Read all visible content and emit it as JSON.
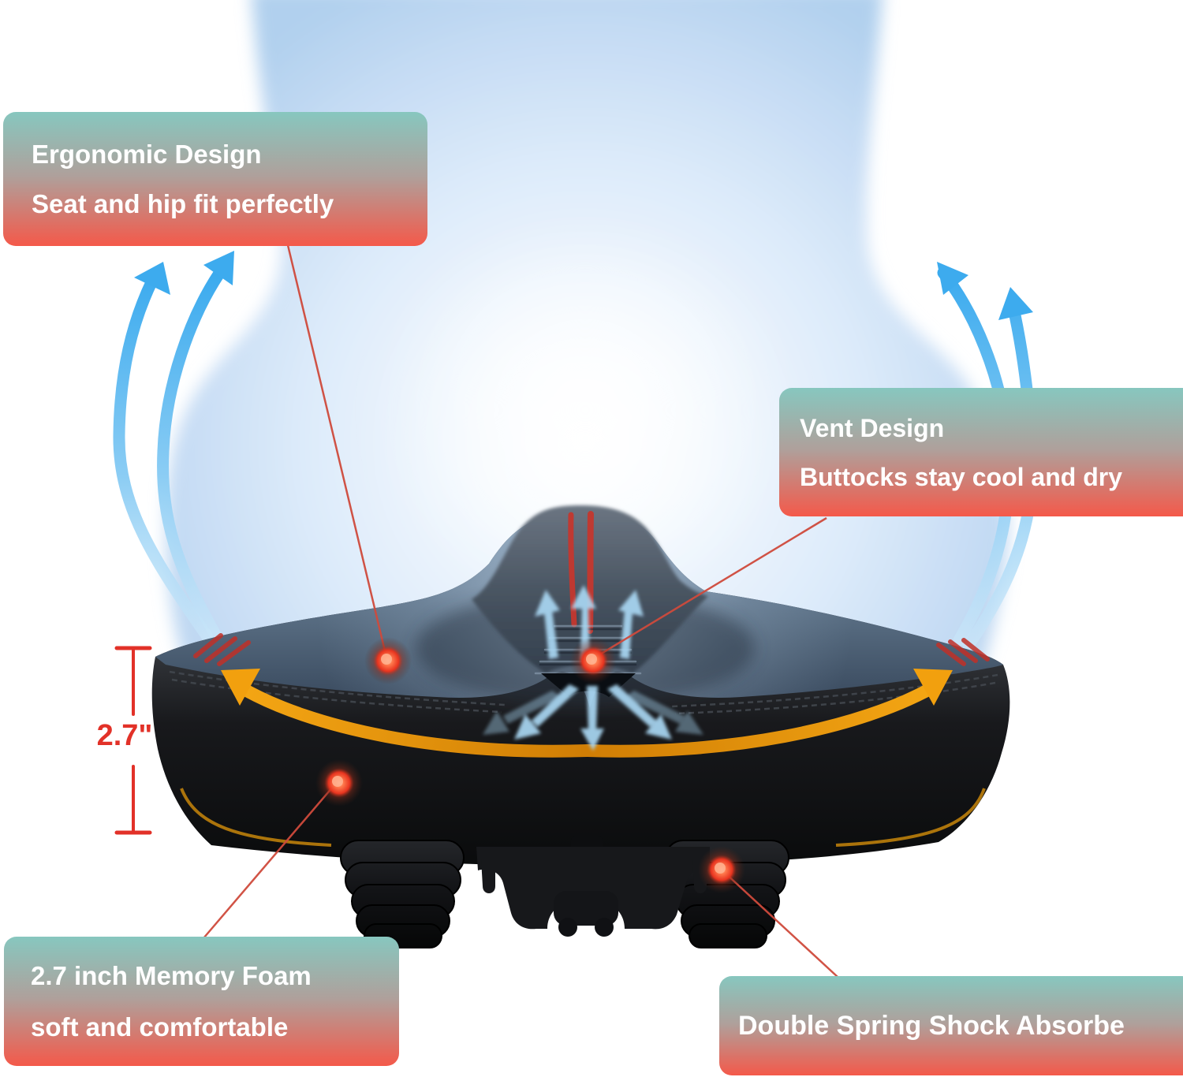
{
  "callouts": [
    {
      "id": "ergonomic",
      "line1": "Ergonomic Design",
      "line2": "Seat and hip fit perfectly"
    },
    {
      "id": "vent",
      "line1": "Vent Design",
      "line2": "Buttocks stay cool and dry"
    },
    {
      "id": "memory-foam",
      "line1": "2.7 inch Memory Foam",
      "line2": "soft and comfortable"
    },
    {
      "id": "spring",
      "line1": "Double Spring Shock Absorbe",
      "line2": ""
    }
  ],
  "measurement": {
    "value": "2.7\""
  },
  "colors": {
    "callout_gradient_top": "#87c7bf",
    "callout_gradient_bottom": "#f4594a",
    "accent_red": "#e23128",
    "leader_line_red": "#cf4a3c",
    "airflow_blue": "#3dabee",
    "vent_arrow_blue": "#a9d7f3",
    "sweep_arrow_orange": "#ef9b10",
    "glow_blue": "#bcd7f2",
    "saddle_black": "#121316",
    "saddle_top_surface": "#4e6175"
  }
}
